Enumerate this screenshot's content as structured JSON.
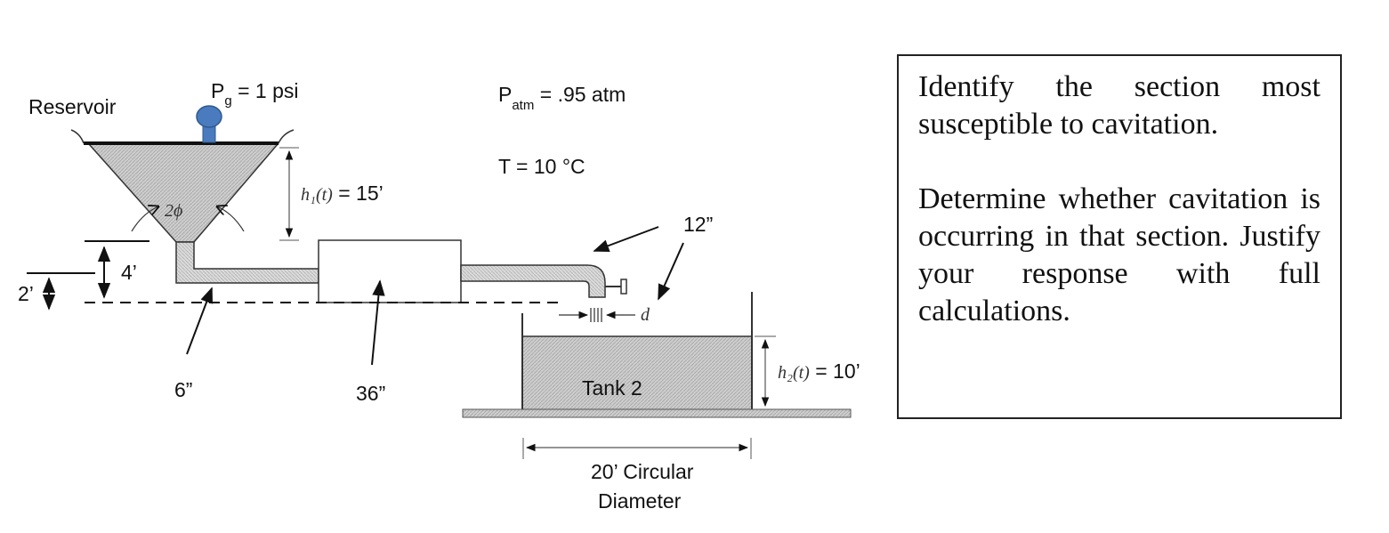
{
  "labels": {
    "reservoir": "Reservoir",
    "pg_main": "P",
    "pg_sub": "g",
    "pg_rest": " = 1 psi",
    "patm_main": "P",
    "patm_sub": "atm",
    "patm_rest": " = .95 atm",
    "temperature": "T =  10  °C",
    "h1_italic": "h₁(t)",
    "h1_value": " = 15’",
    "two_phi": "2ϕ",
    "dim_4ft": "4’",
    "dim_2ft": "2’",
    "pipe_6in": "6”",
    "pipe_36in": "36”",
    "pipe_12in": "12”",
    "jet_d": "d",
    "tank2": "Tank 2",
    "h2_italic": "h₂(t)",
    "h2_value": " = 10’",
    "diameter_line1": "20’ Circular",
    "diameter_line2": "Diameter"
  },
  "problem": {
    "paragraph1": "Identify the section most susceptible to cavitation.",
    "paragraph2": "Determine whether cavitation is occurring in that section. Justify your response with full calculations."
  },
  "colors": {
    "valve": "#4a7bbf",
    "fluid_fill": "#c9c9c9",
    "line": "#222222"
  }
}
